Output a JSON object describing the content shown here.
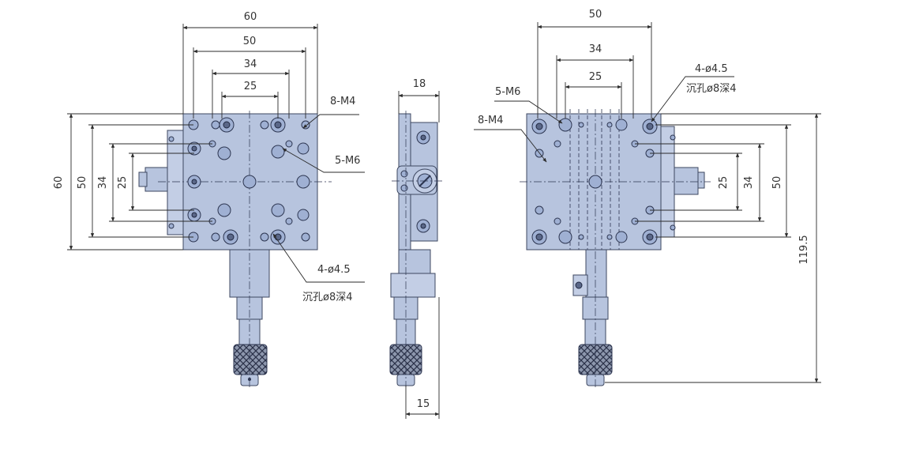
{
  "front_view": {
    "top_dims": [
      "60",
      "50",
      "34",
      "25"
    ],
    "left_dims": [
      "60",
      "50",
      "34",
      "25"
    ],
    "callout_m4": "8-M4",
    "callout_m6": "5-M6",
    "callout_hole": "4-ø4.5",
    "callout_counterbore": "沉孔ø8深4"
  },
  "side_view": {
    "top_dim": "18",
    "bottom_dim": "15"
  },
  "rear_view": {
    "top_dims": [
      "50",
      "34",
      "25"
    ],
    "right_dims": [
      "25",
      "34",
      "50"
    ],
    "overall_dim": "119.5",
    "callout_m6": "5-M6",
    "callout_m4": "8-M4",
    "callout_hole": "4-ø4.5",
    "callout_counterbore": "沉孔ø8深4"
  },
  "colors": {
    "body": "#b7c4de",
    "outline": "#3d4760",
    "dimension_line": "#2b2b2b",
    "background": "#ffffff"
  }
}
